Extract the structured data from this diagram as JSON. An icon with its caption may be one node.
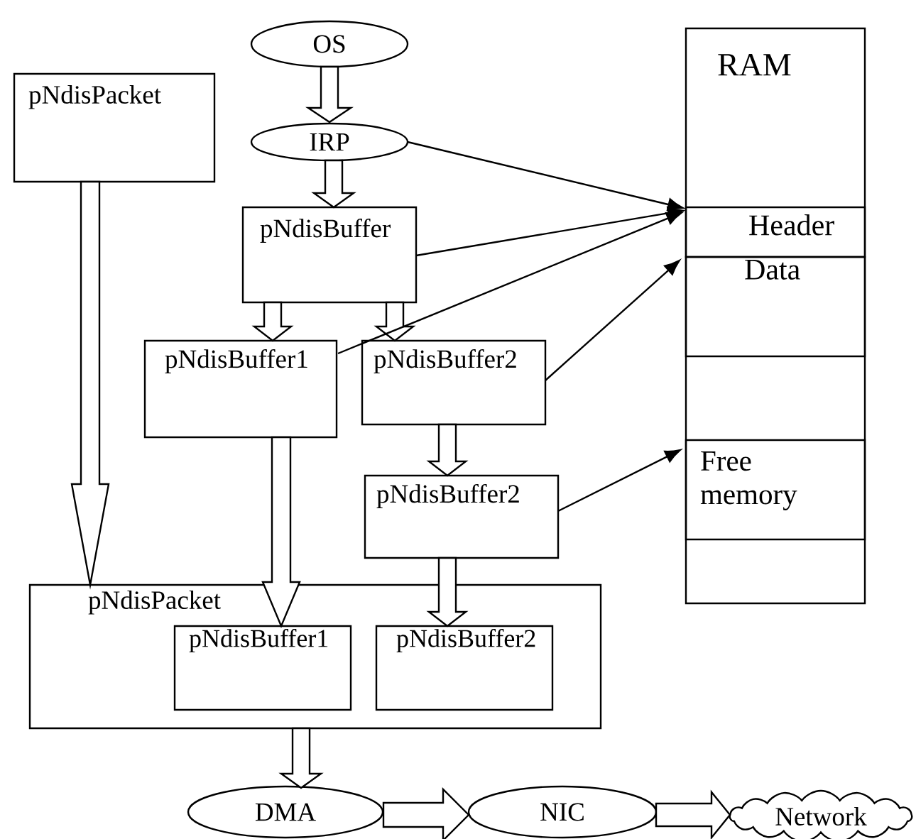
{
  "diagram": {
    "nodes": [
      {
        "text": [
          "OS"
        ]
      },
      {
        "text": [
          "pNdisPacket"
        ]
      },
      {
        "text": [
          "RAM"
        ]
      },
      {
        "text": [
          "IRP"
        ]
      },
      {
        "text": [
          "pNdisBuffer"
        ]
      },
      {
        "text": [
          "Header"
        ],
        "in": 2
      },
      {
        "text": [
          "Data"
        ],
        "in": 2
      },
      {
        "text": [
          "pNdisBuffer1"
        ]
      },
      {
        "text": [
          "pNdisBuffer2"
        ]
      },
      {
        "text": [
          "pNdisBuffer2"
        ]
      },
      {
        "text": [
          "Free memory"
        ],
        "in": 2
      },
      {
        "text": [
          "pNdisPacket"
        ]
      },
      {
        "text": [
          "pNdisBuffer1"
        ],
        "in": 11
      },
      {
        "text": [
          "pNdisBuffer2"
        ],
        "in": 11
      },
      {
        "text": [
          "DMA"
        ]
      },
      {
        "text": [
          "NIC"
        ]
      },
      {
        "text": [
          "Network"
        ]
      }
    ],
    "edges": [
      {
        "from": 0,
        "to": 3,
        "arrow": "to",
        "style": "thick"
      },
      {
        "from": 3,
        "to": 4,
        "arrow": "to",
        "style": "thick"
      },
      {
        "from": 4,
        "to": 7,
        "arrow": "to",
        "style": "thick"
      },
      {
        "from": 4,
        "to": 8,
        "arrow": "to",
        "style": "thick"
      },
      {
        "from": 1,
        "to": 11,
        "arrow": "to",
        "style": "thick"
      },
      {
        "from": 7,
        "to": 12,
        "arrow": "to",
        "style": "thick"
      },
      {
        "from": 8,
        "to": 9,
        "arrow": "to",
        "style": "thick"
      },
      {
        "from": 9,
        "to": 13,
        "arrow": "to",
        "style": "thick"
      },
      {
        "from": 11,
        "to": 14,
        "arrow": "to",
        "style": "thick"
      },
      {
        "from": 14,
        "to": 15,
        "arrow": "to",
        "style": "thick"
      },
      {
        "from": 15,
        "to": 16,
        "arrow": "to",
        "style": "thick"
      },
      {
        "from": 3,
        "to": 5,
        "arrow": "to"
      },
      {
        "from": 4,
        "to": 5,
        "arrow": "to"
      },
      {
        "from": 7,
        "to": 5,
        "arrow": "to"
      },
      {
        "from": 8,
        "to": 6,
        "arrow": "to"
      },
      {
        "from": 9,
        "to": 10,
        "arrow": "to"
      }
    ]
  }
}
